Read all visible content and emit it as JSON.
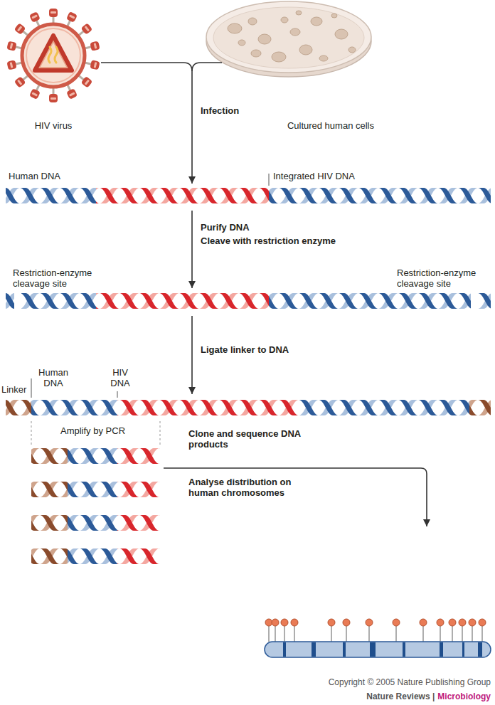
{
  "diagram": {
    "nodes": [
      {
        "text": [
          "HIV virus"
        ]
      },
      {
        "text": [
          "Cultured human cells"
        ]
      }
    ],
    "labels": [
      "Infection",
      "Human DNA",
      "Integrated HIV DNA",
      "Purify DNA",
      "Cleave with restriction enzyme",
      "Restriction-enzyme cleavage site",
      "Restriction-enzyme cleavage site",
      "Ligate linker to DNA",
      "Linker",
      "Human DNA",
      "HIV DNA",
      "Amplify by PCR",
      "Clone and sequence DNA products",
      "Analyse distribution on human chromosomes",
      "Copyright © 2005 Nature Publishing Group",
      "Nature Reviews |",
      "Microbiology"
    ]
  }
}
